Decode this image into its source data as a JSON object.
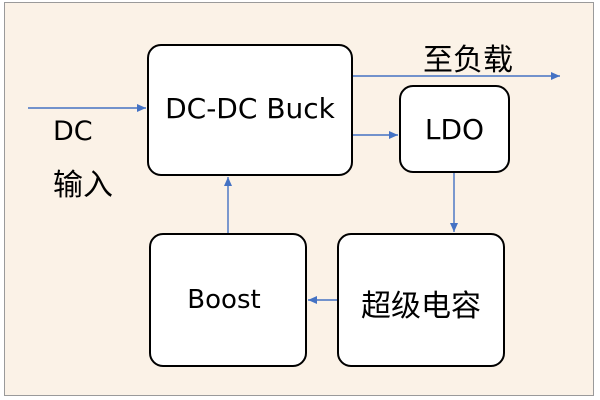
{
  "blocks": {
    "dcdc_buck": "DC-DC Buck",
    "ldo": "LDO",
    "boost": "Boost",
    "supercap": "超级电容"
  },
  "labels": {
    "to_load": "至负载",
    "dc_input_line1": "DC",
    "dc_input_line2": "输入"
  },
  "colors": {
    "background": "#fbf2e7",
    "arrow": "#4472c4",
    "block_border": "#000000"
  }
}
